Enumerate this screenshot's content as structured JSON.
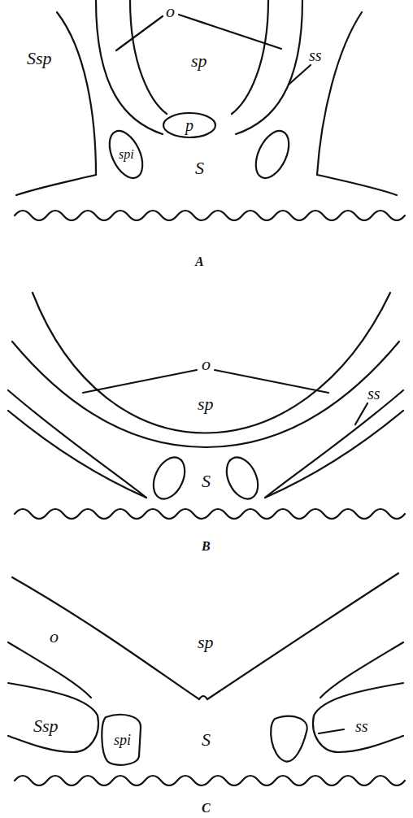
{
  "diagram": {
    "labels": [
      "o",
      "sp",
      "Ssp",
      "ss",
      "spi",
      "p",
      "S",
      "A",
      "o",
      "sp",
      "ss",
      "S",
      "B",
      "o",
      "sp",
      "Ssp",
      "spi",
      "S",
      "ss",
      "C"
    ]
  }
}
